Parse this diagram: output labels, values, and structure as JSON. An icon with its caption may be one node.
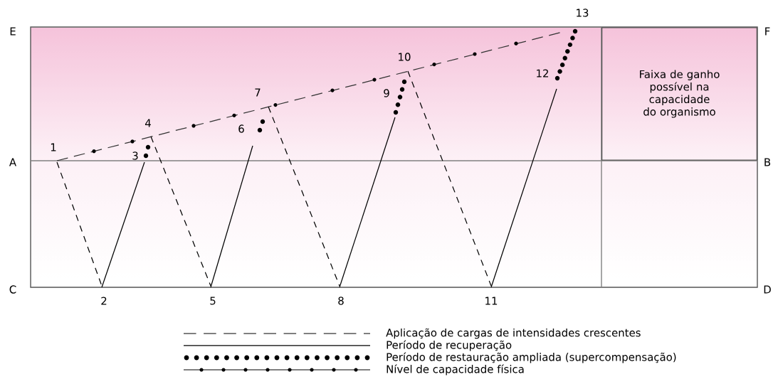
{
  "diagram": {
    "nodes": [
      {
        "text": [
          "Faixa de ganho possível na capacidade do organismo"
        ]
      }
    ],
    "labels": [
      "13",
      "E",
      "F",
      "10",
      "7",
      "12",
      "9",
      "4",
      "6",
      "1",
      "3",
      "A",
      "B",
      "C",
      "D",
      "2",
      "5",
      "8",
      "11"
    ],
    "legend": [
      {
        "text": "Aplicação de cargas de intensidades crescentes"
      },
      {
        "text": "Período de recuperação"
      },
      {
        "text": "Período de restauração ampliada (supercompensação)"
      },
      {
        "text": "Nível de capacidade física"
      }
    ]
  }
}
